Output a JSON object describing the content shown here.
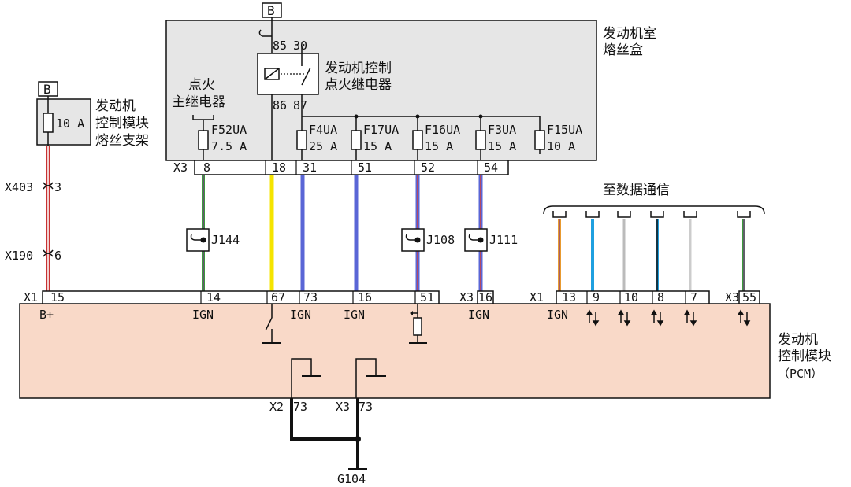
{
  "top_connector": {
    "label": "B"
  },
  "left_connector": {
    "label": "B"
  },
  "left_fuse": {
    "value": "10 A"
  },
  "left_box": {
    "lines": [
      "发动机",
      "控制模块",
      "熔丝支架"
    ]
  },
  "fuse_box": {
    "lines": [
      "发动机室",
      "熔丝盒"
    ]
  },
  "relay": {
    "label_lines": [
      "发动机控制",
      "点火继电器"
    ],
    "pins": [
      "85",
      "30",
      "86",
      "87"
    ]
  },
  "main_relay": {
    "label_lines": [
      "点火",
      "主继电器"
    ]
  },
  "fuses": [
    {
      "name": "F52UA",
      "amp": "7.5 A"
    },
    {
      "name": "F4UA",
      "amp": "25 A"
    },
    {
      "name": "F17UA",
      "amp": "15 A"
    },
    {
      "name": "F16UA",
      "amp": "15 A"
    },
    {
      "name": "F3UA",
      "amp": "15 A"
    },
    {
      "name": "F15UA",
      "amp": "10 A"
    }
  ],
  "x3_connector": {
    "label": "X3",
    "pins": [
      "8",
      "18",
      "31",
      "51",
      "52",
      "54"
    ]
  },
  "inline_connectors": [
    {
      "name": "X403",
      "pin": "3"
    },
    {
      "name": "X190",
      "pin": "6"
    }
  ],
  "splices": [
    "J144",
    "J108",
    "J111"
  ],
  "data_comm": {
    "label": "至数据通信"
  },
  "pcm_connector_row": [
    {
      "label": "X1",
      "pin": "15"
    },
    {
      "pin": "14"
    },
    {
      "pin": "67"
    },
    {
      "pin": "73"
    },
    {
      "pin": "16"
    },
    {
      "pin": "51"
    },
    {
      "label": "X3",
      "pin": "16"
    },
    {
      "label": "X1",
      "pin": "13"
    },
    {
      "pin": "9"
    },
    {
      "pin": "10"
    },
    {
      "pin": "8"
    },
    {
      "pin": "7"
    },
    {
      "label": "X3",
      "pin": "55"
    }
  ],
  "pcm_labels": [
    "B+",
    "IGN",
    "IGN",
    "IGN",
    "IGN",
    "IGN"
  ],
  "pcm": {
    "lines": [
      "发动机",
      "控制模块",
      "（PCM）"
    ],
    "color": "#f9d9c8"
  },
  "ground_pins": [
    {
      "label": "X2",
      "pin": "73"
    },
    {
      "label": "X3",
      "pin": "73"
    }
  ],
  "ground": {
    "label": "G104"
  },
  "colors": {
    "box_fill": "#e6e6e6",
    "pcm_fill": "#f9d9c8",
    "yellow_wire": "#f5e400",
    "blue_wire": "#5a66d6",
    "red_wire": "#c83232"
  }
}
